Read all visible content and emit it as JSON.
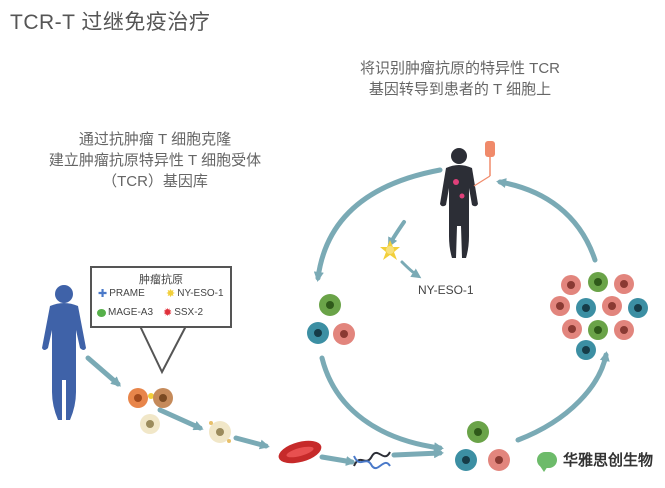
{
  "title": "TCR-T 过继免疫治疗",
  "caption_left": {
    "line1": "通过抗肿瘤 T 细胞克隆",
    "line2": "建立肿瘤抗原特异性 T 细胞受体",
    "line3": "（TCR）基因库"
  },
  "caption_right": {
    "line1": "将识别肿瘤抗原的特异性 TCR",
    "line2": "基因转导到患者的 T 细胞上"
  },
  "legend": {
    "title": "肿瘤抗原",
    "items": [
      {
        "label": "PRAME",
        "icon": "blue-cross-icon",
        "color": "#4a79c9"
      },
      {
        "label": "NY-ESO-1",
        "icon": "yellow-star-icon",
        "color": "#f2cf3a"
      },
      {
        "label": "MAGE-A3",
        "icon": "green-blob-icon",
        "color": "#56b04a"
      },
      {
        "label": "SSX-2",
        "icon": "red-spiky-icon",
        "color": "#e0303a"
      }
    ]
  },
  "antigen_label": "NY-ESO-1",
  "watermark": "华雅思创生物",
  "colors": {
    "arrow": "#7aaab5",
    "person": "#2c2e36",
    "donor_person": "#3f62a8",
    "cell_orange": "#e8854a",
    "cell_teal": "#3c8fa3",
    "cell_green": "#6aa348",
    "cell_pink": "#e2857d",
    "cell_cream": "#f1e7c8"
  }
}
